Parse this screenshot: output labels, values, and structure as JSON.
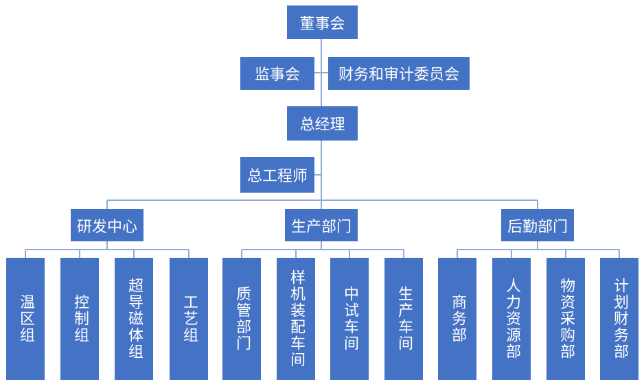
{
  "org": {
    "board": "董事会",
    "supervisory": "监事会",
    "finance_audit": "财务和审计委员会",
    "gm": "总经理",
    "chief_engineer": "总工程师",
    "rd_center": "研发中心",
    "production": "生产部门",
    "logistics": "后勤部门",
    "rd_units": [
      "温区组",
      "控制组",
      "超导磁体组",
      "工艺组"
    ],
    "production_units": [
      "质管部门",
      "样机装配车间",
      "中试车间",
      "生产车间"
    ],
    "logistics_units": [
      "商务部",
      "人力资源部",
      "物资采购部",
      "计划财务部"
    ]
  },
  "colors": {
    "box": "#4472c4",
    "text": "#ffffff",
    "line": "#8eaadb"
  }
}
